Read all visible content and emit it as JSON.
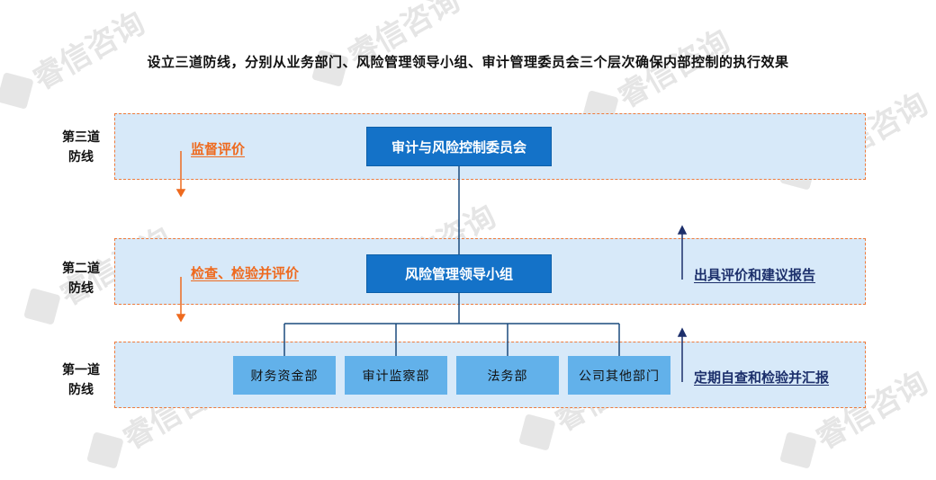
{
  "title": "设立三道防线，分别从业务部门、风险管理领导小组、审计管理委员会三个层次确保内部控制的执行效果",
  "rows": [
    {
      "label_line1": "第三道",
      "label_line2": "防线"
    },
    {
      "label_line1": "第二道",
      "label_line2": "防线"
    },
    {
      "label_line1": "第一道",
      "label_line2": "防线"
    }
  ],
  "nodes": {
    "committee": "审计与风险控制委员会",
    "leading_group": "风险管理领导小组",
    "departments": [
      "财务资金部",
      "审计监察部",
      "法务部",
      "公司其他部门"
    ]
  },
  "left_labels": {
    "supervise": "监督评价",
    "inspect": "检查、检验并评价"
  },
  "right_labels": {
    "report_up": "出具评价和建议报告",
    "self_check": "定期自查和检验并汇报"
  },
  "watermark": "睿信咨询",
  "colors": {
    "band_fill": "#d7e9f9",
    "band_border": "#ee7b3c",
    "dark_box": "#1472c8",
    "light_box": "#62b1ea",
    "orange_text": "#ee6a1f",
    "navy_text": "#1c2f6b",
    "connector": "#1a4b7d"
  }
}
